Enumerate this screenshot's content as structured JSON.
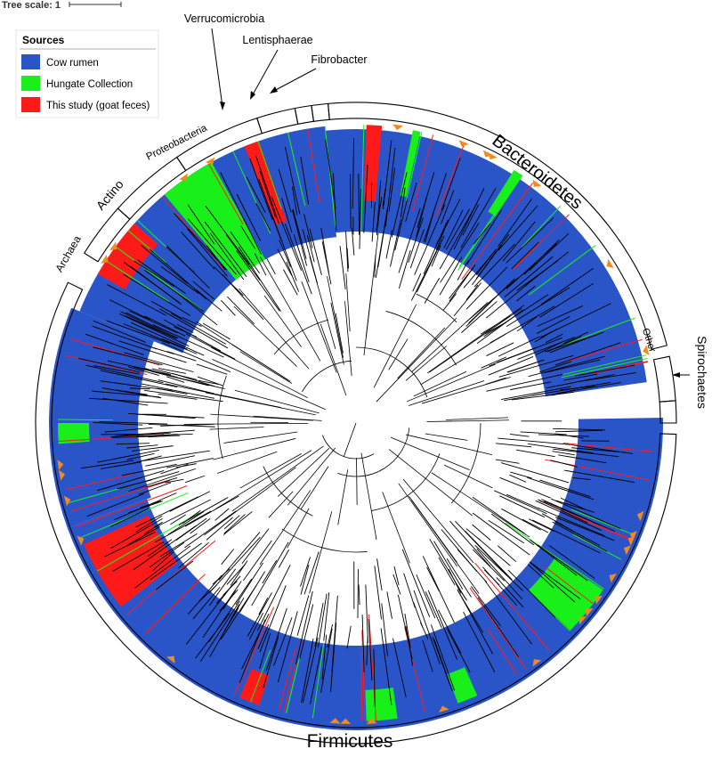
{
  "tree_scale": {
    "label": "Tree scale: 1"
  },
  "legend": {
    "title": "Sources",
    "items": [
      {
        "label": "Cow rumen",
        "color": "#2a55c9"
      },
      {
        "label": "Hungate Collection",
        "color": "#19f019"
      },
      {
        "label": "This study (goat feces)",
        "color": "#ff1a1a"
      }
    ]
  },
  "clades": [
    {
      "label": "Bacteroidetes"
    },
    {
      "label": "Other"
    },
    {
      "label": "Firmicutes"
    },
    {
      "label": "Archaea"
    },
    {
      "label": "Actino"
    },
    {
      "label": "Proteobacteria"
    }
  ],
  "callouts": [
    {
      "label": "Verrucomicrobia"
    },
    {
      "label": "Lentisphaerae"
    },
    {
      "label": "Fibrobacter"
    },
    {
      "label": "Spirochaetes"
    }
  ],
  "colors": {
    "cow_rumen": "#2a55c9",
    "hungate": "#19f019",
    "goat": "#ff1a1a",
    "marker": "#f28a1c",
    "branch": "#000000"
  }
}
